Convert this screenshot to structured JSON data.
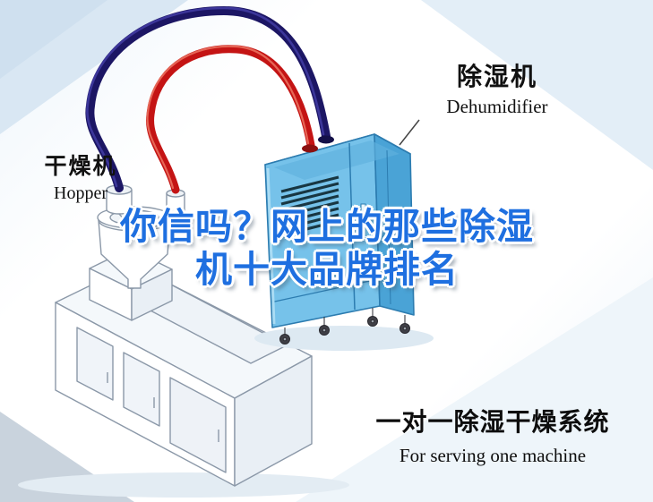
{
  "colors": {
    "title_blue": "#1e6fe0",
    "pipe_red": "#c41414",
    "pipe_navy": "#1c1664",
    "machine_front": "#76c2ea",
    "machine_side": "#4aa3d6",
    "machine_top": "#3f97cc",
    "outline_gray": "#8b98a8"
  },
  "labels": {
    "dehumidifier": {
      "cn": "除湿机",
      "en": "Dehumidifier"
    },
    "hopper": {
      "cn": "干燥机",
      "en": "Hopper"
    }
  },
  "headline": {
    "line1": "你信吗？网上的那些除湿",
    "line2": "机十大品牌排名"
  },
  "caption": {
    "cn": "一对一除湿干燥系统",
    "en": "For serving one machine"
  }
}
